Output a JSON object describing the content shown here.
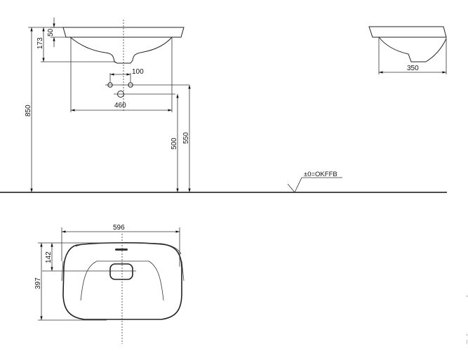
{
  "drawing": {
    "type": "washbasin technical drawing",
    "views": [
      "front-elevation",
      "side-elevation",
      "top-plan"
    ],
    "dimensions": {
      "rim_thickness": "50",
      "bowl_depth": "173",
      "total_height": "850",
      "tap_spacing": "100",
      "inner_width": "460",
      "drain_height": "500",
      "tap_height": "550",
      "side_depth": "350",
      "overall_width": "596",
      "drain_offset": "142",
      "overall_depth": "397"
    },
    "reference_level": "±0=OKFFB"
  },
  "colors": {
    "line": "#222222",
    "background": "#ffffff"
  }
}
